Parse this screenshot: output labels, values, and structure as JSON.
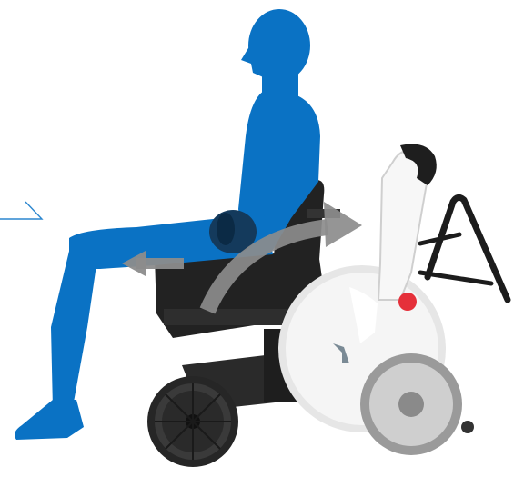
{
  "scene": {
    "subject": "seated-person-silhouette",
    "product": "power-wheelchair",
    "colors": {
      "background": "#ffffff",
      "silhouette": "#0a72c4",
      "chair_body": "#f2f2f2",
      "chair_frame": "#1c1c1c",
      "arrow": "#8c8c8c",
      "accent_light": "#e5303a",
      "pointer_line": "#2b86cf"
    },
    "arrows": [
      "transfer-arc-arrow",
      "slide-back-arrow"
    ]
  }
}
